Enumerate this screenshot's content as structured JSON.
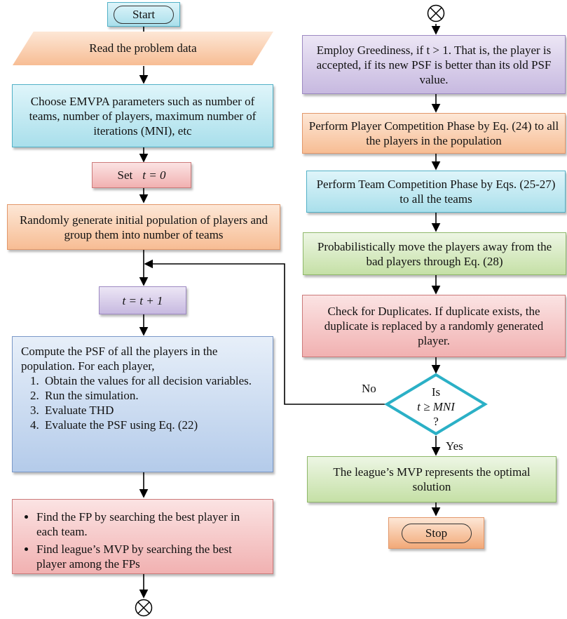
{
  "left": {
    "start": "Start",
    "read": "Read the problem data",
    "choose": "Choose EMVPA parameters such as number of teams, number of players, maximum number of iterations (MNI), etc",
    "set": "Set",
    "set_eq": "t = 0",
    "random": "Randomly generate initial population of players and group them into number of teams",
    "incr": "t = t + 1",
    "compute_intro": "Compute the PSF of all the players in the population. For each player,",
    "compute_steps": [
      "Obtain the values for all decision variables.",
      "Run the simulation.",
      "Evaluate THD",
      "Evaluate the PSF using Eq. (22)"
    ],
    "find_bullets": [
      "Find the FP by searching the best player in each team.",
      "Find league’s MVP by searching the best player among the FPs"
    ]
  },
  "right": {
    "greedy": "Employ Greediness, if t > 1. That is, the player is accepted, if its new PSF is better than its old PSF value.",
    "player_comp": "Perform Player Competition Phase by Eq. (24) to all the players in the population",
    "team_comp": "Perform Team Competition Phase by Eqs. (25-27) to all the teams",
    "move": "Probabilistically move the players away from the bad players through Eq. (28)",
    "dup": "Check for Duplicates. If duplicate exists, the duplicate is replaced by a randomly generated player.",
    "decision_is": "Is",
    "decision_cond": "t ≥ MNI",
    "decision_q": "?",
    "no": "No",
    "yes": "Yes",
    "mvp": "The league’s MVP represents the optimal solution",
    "stop": "Stop"
  },
  "colors": {
    "teal": "#a9dfeb",
    "orange": "#f7bd94",
    "pink": "#f1b1b1",
    "purple": "#c7b9e0",
    "blue": "#b4cbea",
    "green": "#c5e0a6",
    "decision_border": "#2bb0c6"
  }
}
